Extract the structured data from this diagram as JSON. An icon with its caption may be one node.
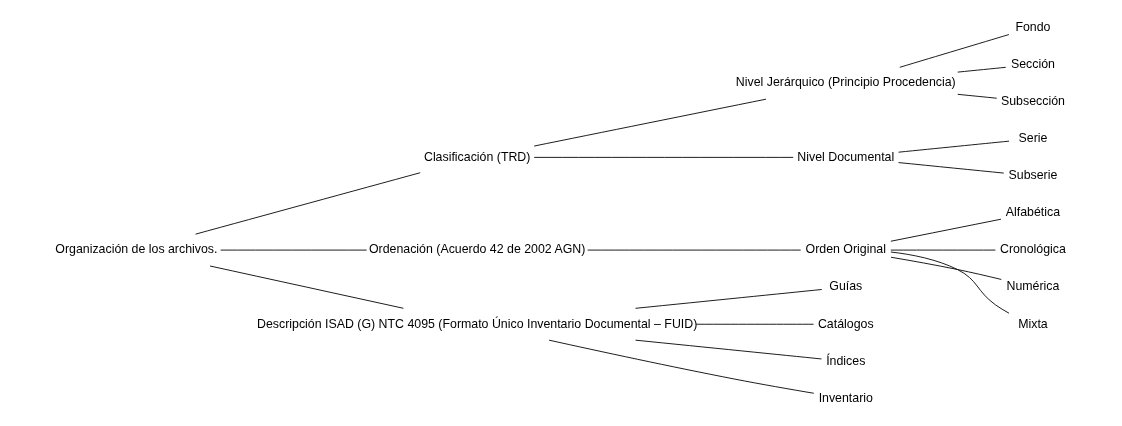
{
  "diagram": {
    "nodes": [
      {
        "text": [
          "Organización de los archivos."
        ]
      },
      {
        "text": [
          "Clasificación (TRD)"
        ]
      },
      {
        "text": [
          "Nivel Jerárquico (Principio Procedencia)"
        ]
      },
      {
        "text": [
          "Fondo"
        ]
      },
      {
        "text": [
          "Sección"
        ]
      },
      {
        "text": [
          "Subsección"
        ]
      },
      {
        "text": [
          "Nivel Documental"
        ]
      },
      {
        "text": [
          "Serie"
        ]
      },
      {
        "text": [
          "Subserie"
        ]
      },
      {
        "text": [
          "Ordenación (Acuerdo 42 de 2002 AGN)"
        ]
      },
      {
        "text": [
          "Orden Original"
        ]
      },
      {
        "text": [
          "Alfabética"
        ]
      },
      {
        "text": [
          "Cronológica"
        ]
      },
      {
        "text": [
          "Numérica"
        ]
      },
      {
        "text": [
          "Mixta"
        ]
      },
      {
        "text": [
          "Descripción ISAD (G) NTC 4095 (Formato Único Inventario Documental – FUID)"
        ]
      },
      {
        "text": [
          "Guías"
        ]
      },
      {
        "text": [
          "Catálogos"
        ]
      },
      {
        "text": [
          "Índices"
        ]
      },
      {
        "text": [
          "Inventario"
        ]
      }
    ],
    "edges": [
      {
        "from": 0,
        "to": 1,
        "arrow": "none"
      },
      {
        "from": 0,
        "to": 9,
        "arrow": "none"
      },
      {
        "from": 0,
        "to": 15,
        "arrow": "none"
      },
      {
        "from": 1,
        "to": 2,
        "arrow": "none"
      },
      {
        "from": 1,
        "to": 6,
        "arrow": "none"
      },
      {
        "from": 2,
        "to": 3,
        "arrow": "none"
      },
      {
        "from": 2,
        "to": 4,
        "arrow": "none"
      },
      {
        "from": 2,
        "to": 5,
        "arrow": "none"
      },
      {
        "from": 6,
        "to": 7,
        "arrow": "none"
      },
      {
        "from": 6,
        "to": 8,
        "arrow": "none"
      },
      {
        "from": 9,
        "to": 10,
        "arrow": "none"
      },
      {
        "from": 10,
        "to": 11,
        "arrow": "none"
      },
      {
        "from": 10,
        "to": 12,
        "arrow": "none"
      },
      {
        "from": 10,
        "to": 13,
        "arrow": "none"
      },
      {
        "from": 10,
        "to": 14,
        "arrow": "none"
      },
      {
        "from": 15,
        "to": 16,
        "arrow": "none"
      },
      {
        "from": 15,
        "to": 17,
        "arrow": "none"
      },
      {
        "from": 15,
        "to": 18,
        "arrow": "none"
      },
      {
        "from": 15,
        "to": 19,
        "arrow": "none"
      }
    ]
  }
}
